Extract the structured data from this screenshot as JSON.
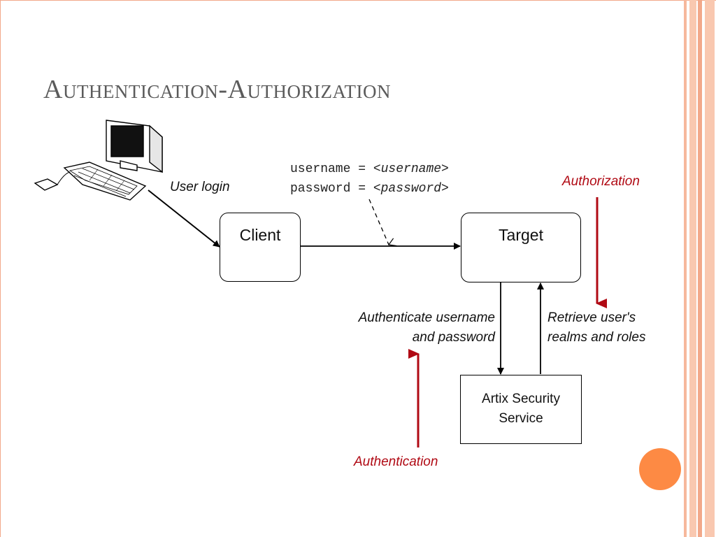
{
  "slide": {
    "title": "Authentication-Authorization",
    "accent_color": "#fd8a44",
    "stripe_color": "#f2a88a"
  },
  "diagram": {
    "nodes": {
      "client": "Client",
      "target": "Target",
      "security_service_line1": "Artix Security",
      "security_service_line2": "Service"
    },
    "credentials": {
      "username_key": "username = ",
      "username_value": "<username>",
      "password_key": "password = ",
      "password_value": "<password>"
    },
    "labels": {
      "user_login": "User login",
      "authenticate_line1": "Authenticate username",
      "authenticate_line2": "and password",
      "retrieve_line1": "Retrieve user's",
      "retrieve_line2": "realms and roles",
      "authorization": "Authorization",
      "authentication": "Authentication"
    },
    "icons": [
      "computer-icon"
    ]
  }
}
